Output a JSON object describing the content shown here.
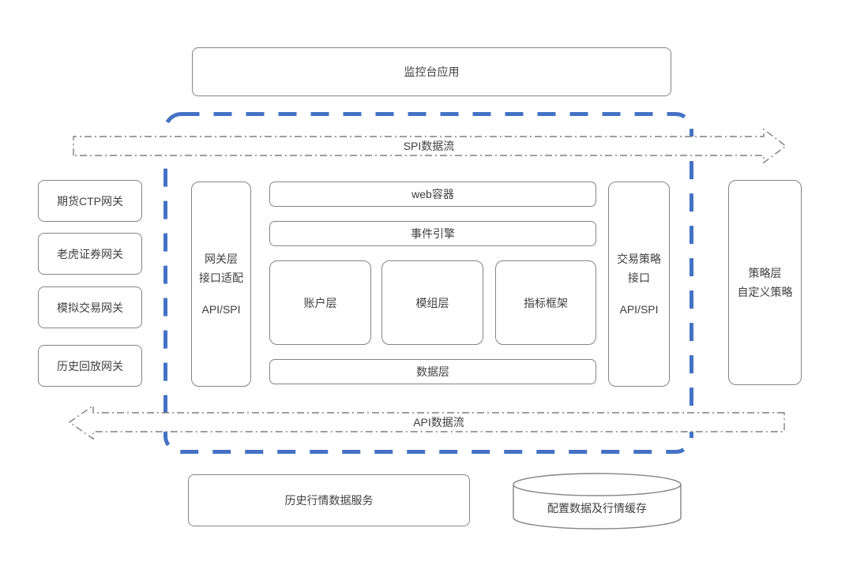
{
  "diagram": {
    "top_node": {
      "label": "监控台应用"
    },
    "flows": {
      "spi": {
        "label": "SPI数据流",
        "direction": "right"
      },
      "api": {
        "label": "API数据流",
        "direction": "left"
      }
    },
    "left_gateways": [
      {
        "label": "期货CTP网关"
      },
      {
        "label": "老虎证券网关"
      },
      {
        "label": "模拟交易网关"
      },
      {
        "label": "历史回放网关"
      }
    ],
    "core": {
      "gateway_adapter": {
        "lines": [
          "网关层",
          "接口适配",
          "API/SPI"
        ]
      },
      "web_container": {
        "label": "web容器"
      },
      "event_engine": {
        "label": "事件引擎"
      },
      "account_layer": {
        "label": "账户层"
      },
      "module_layer": {
        "label": "模组层"
      },
      "indicator_framework": {
        "label": "指标框架"
      },
      "data_layer": {
        "label": "数据层"
      },
      "strategy_interface": {
        "lines": [
          "交易策略",
          "接口",
          "API/SPI"
        ]
      }
    },
    "right_node": {
      "lines": [
        "策略层",
        "自定义策略"
      ]
    },
    "bottom": {
      "history_service": {
        "label": "历史行情数据服务"
      },
      "config_cache": {
        "label": "配置数据及行情缓存"
      }
    },
    "colors": {
      "accent_blue": "#4472C4",
      "border_gray": "#848484",
      "flow_gray": "#7f7f7f",
      "text": "#3F3F3F"
    }
  }
}
